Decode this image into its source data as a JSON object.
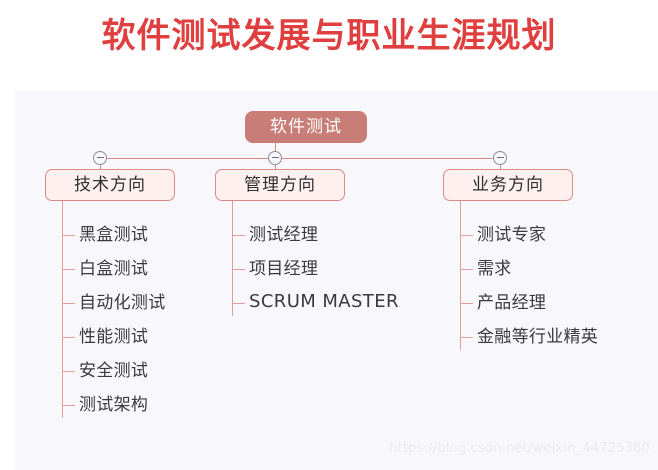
{
  "title": "软件测试发展与职业生涯规划",
  "colors": {
    "title_red": "#df3f3f",
    "root_fill": "#c97d77",
    "branch_fill": "#fdf0ef",
    "branch_border": "#d98c86",
    "connector": "#d98c86",
    "canvas_bg": "#f8f8fc",
    "leaf_text": "#3a3a3e"
  },
  "mindmap": {
    "root": {
      "label": "软件测试"
    },
    "branches": [
      {
        "label": "技术方向",
        "toggle_icon": "collapse-minus-icon",
        "leaves": [
          {
            "label": "黑盒测试"
          },
          {
            "label": "白盒测试"
          },
          {
            "label": "自动化测试"
          },
          {
            "label": "性能测试"
          },
          {
            "label": "安全测试"
          },
          {
            "label": "测试架构"
          }
        ]
      },
      {
        "label": "管理方向",
        "toggle_icon": "collapse-minus-icon",
        "leaves": [
          {
            "label": "测试经理"
          },
          {
            "label": "项目经理"
          },
          {
            "label": "SCRUM MASTER"
          }
        ]
      },
      {
        "label": "业务方向",
        "toggle_icon": "collapse-minus-icon",
        "leaves": [
          {
            "label": "测试专家"
          },
          {
            "label": "需求"
          },
          {
            "label": "产品经理"
          },
          {
            "label": "金融等行业精英"
          }
        ]
      }
    ]
  },
  "watermark": "https://blog.csdn.net/weixin_44725380"
}
